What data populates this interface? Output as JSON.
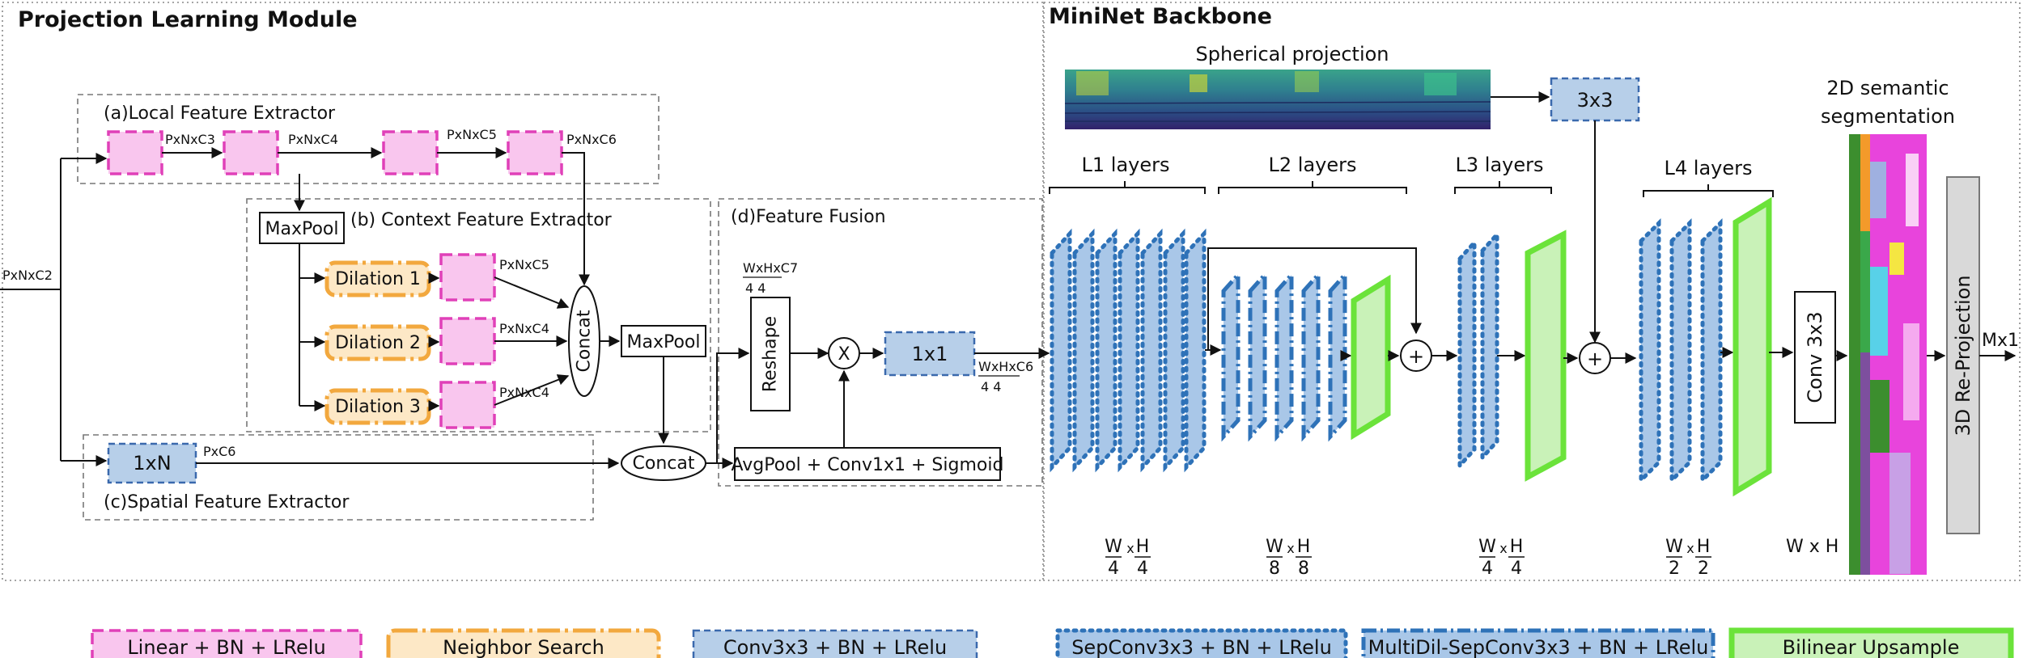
{
  "titles": {
    "projection_module": "Projection Learning Module",
    "mininet_backbone": "MiniNet Backbone"
  },
  "plm": {
    "input_label": "PxNxC2",
    "local": {
      "title": "(a)Local Feature Extractor",
      "labels": [
        "PxNxC3",
        "PxNxC4",
        "PxNxC5",
        "PxNxC6"
      ]
    },
    "context": {
      "title": "(b) Context Feature Extractor",
      "maxpool": "MaxPool",
      "dilations": [
        "Dilation 1",
        "Dilation 2",
        "Dilation 3"
      ],
      "out_labels": [
        "PxNxC5",
        "PxNxC4",
        "PxNxC4"
      ],
      "concat": "Concat",
      "maxpool2": "MaxPool"
    },
    "spatial": {
      "title": "(c)Spatial Feature Extractor",
      "block": "1xN",
      "out_label": "PxC6",
      "concat": "Concat"
    },
    "fusion": {
      "title": "(d)Feature Fusion",
      "reshape": "Reshape",
      "reshape_dims": {
        "top": "WxHxC7",
        "bottom": "4  4"
      },
      "multiply": "X",
      "conv": "1x1",
      "out_dims": {
        "top": "WxHxC6",
        "bottom": "4  4"
      },
      "avgpool": "AvgPool + Conv1x1 + Sigmoid"
    }
  },
  "backbone": {
    "spherical_title": "Spherical projection",
    "conv_top": "3x3",
    "layers": [
      "L1 layers",
      "L2 layers",
      "L3 layers",
      "L4 layers"
    ],
    "plus": "+",
    "res": [
      {
        "num": [
          "W",
          "H"
        ],
        "den": [
          "4",
          "4"
        ]
      },
      {
        "num": [
          "W",
          "H"
        ],
        "den": [
          "8",
          "8"
        ]
      },
      {
        "num": [
          "W",
          "H"
        ],
        "den": [
          "4",
          "4"
        ]
      },
      {
        "num": [
          "W",
          "H"
        ],
        "den": [
          "2",
          "2"
        ]
      }
    ],
    "res_x": "x",
    "final_res": "W x H",
    "conv_final": "Conv 3x3",
    "seg_title": [
      "2D semantic",
      "segmentation"
    ],
    "reprojection": "3D Re-Projection",
    "output_label": "Mx1"
  },
  "legend": [
    {
      "label": "Linear + BN + LRelu",
      "style": "pink"
    },
    {
      "label": "Neighbor Search",
      "style": "orange"
    },
    {
      "label": "Conv3x3 + BN + LRelu",
      "style": "blue"
    },
    {
      "label": "SepConv3x3 + BN + LRelu",
      "style": "sep"
    },
    {
      "label": "MultiDil-SepConv3x3 + BN + LRelu",
      "style": "mdil"
    },
    {
      "label": "Bilinear Upsample",
      "style": "green"
    }
  ],
  "colors": {
    "linear": "#f9c6ee",
    "neighbor": "#fde8c6",
    "conv": "#b7cfe9",
    "sepconv": "#a9c7e8",
    "upsample": "#c9f2b8",
    "reprojection": "#d9d9d9"
  }
}
